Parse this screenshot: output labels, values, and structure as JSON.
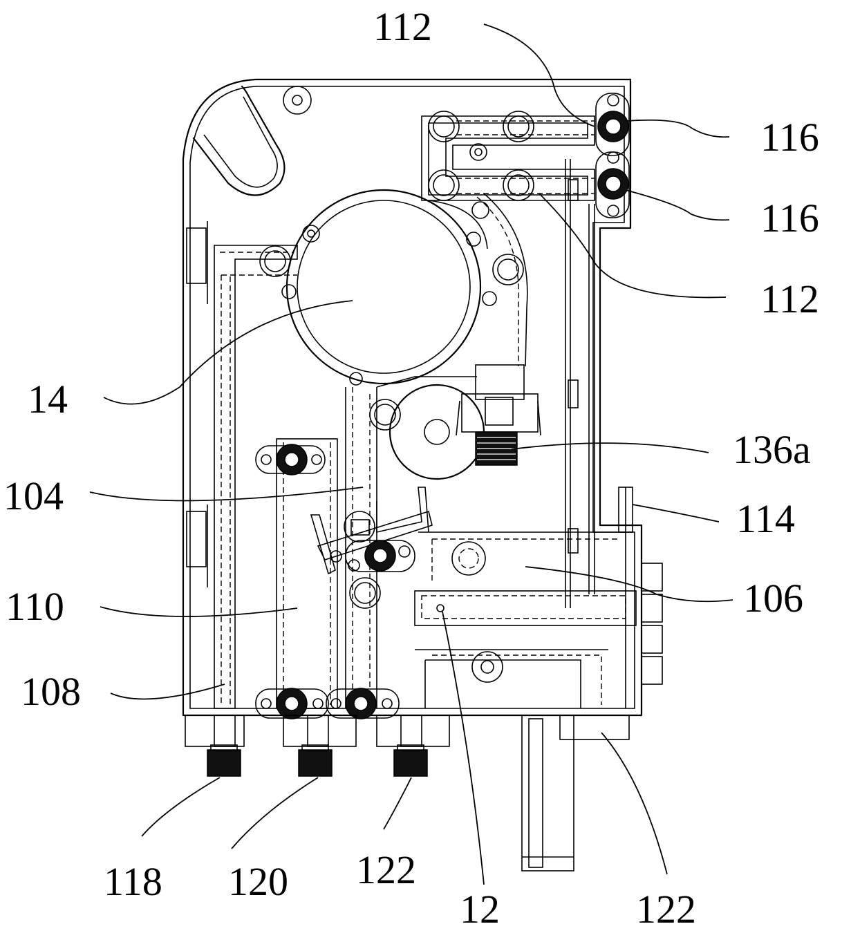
{
  "labels": {
    "l112_top": "112",
    "l116_a": "116",
    "l116_b": "116",
    "l112_right": "112",
    "l14": "14",
    "l136a": "136a",
    "l104": "104",
    "l114": "114",
    "l110": "110",
    "l106": "106",
    "l108": "108",
    "l118": "118",
    "l120": "120",
    "l122_a": "122",
    "l12": "12",
    "l122_b": "122"
  }
}
